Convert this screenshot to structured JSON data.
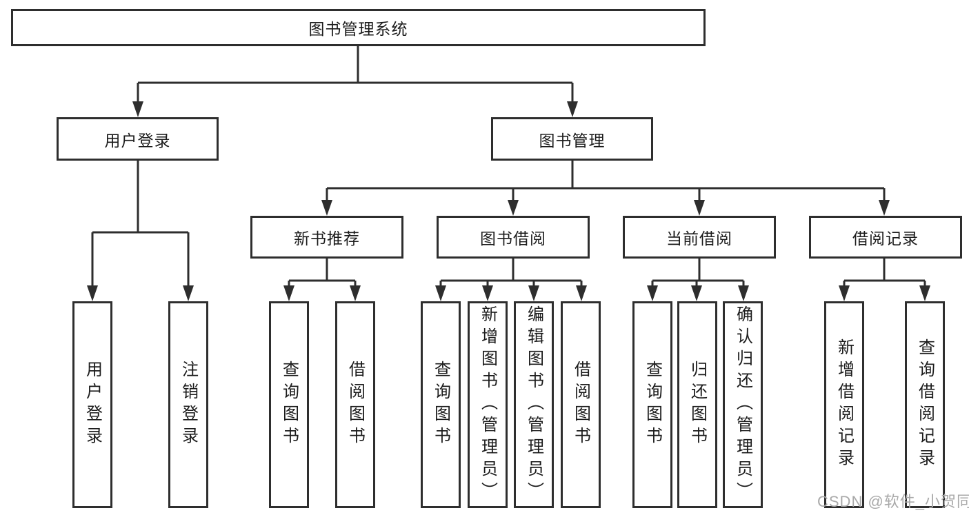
{
  "tree": {
    "root": {
      "label": "图书管理系统"
    },
    "children": [
      {
        "label": "用户登录",
        "children": [
          {
            "label": "用户登录"
          },
          {
            "label": "注销登录"
          }
        ]
      },
      {
        "label": "图书管理",
        "children": [
          {
            "label": "新书推荐",
            "children": [
              {
                "label": "查询图书"
              },
              {
                "label": "借阅图书"
              }
            ]
          },
          {
            "label": "图书借阅",
            "children": [
              {
                "label": "查询图书"
              },
              {
                "label": "新增图书（管理员）"
              },
              {
                "label": "编辑图书（管理员）"
              },
              {
                "label": "借阅图书"
              }
            ]
          },
          {
            "label": "当前借阅",
            "children": [
              {
                "label": "查询图书"
              },
              {
                "label": "归还图书"
              },
              {
                "label": "确认归还（管理员）"
              }
            ]
          },
          {
            "label": "借阅记录",
            "children": [
              {
                "label": "新增借阅记录"
              },
              {
                "label": "查询借阅记录"
              }
            ]
          }
        ]
      }
    ]
  },
  "watermark": {
    "text": "CSDN @软件_小贺同学"
  },
  "colors": {
    "line": "#2e2e2e",
    "border": "#2e2e2e",
    "text": "#1c1c1c",
    "background": "#ffffff",
    "watermark": "#a9a9a9"
  }
}
